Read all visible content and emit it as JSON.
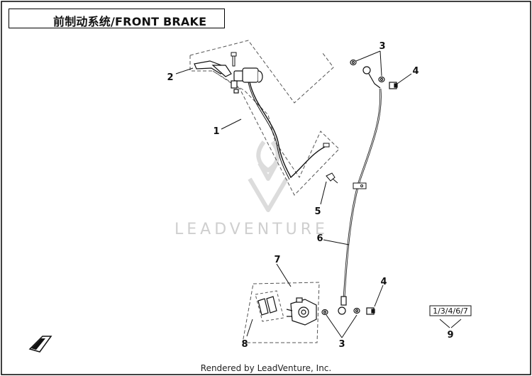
{
  "title": "前制动系统/FRONT BRAKE",
  "footer": "Rendered by LeadVenture, Inc.",
  "watermark": "LEADVENTURE",
  "callouts": {
    "c1": "1",
    "c2": "2",
    "c3_top": "3",
    "c4_top": "4",
    "c5": "5",
    "c6": "6",
    "c7": "7",
    "c4_bottom": "4",
    "c8": "8",
    "c3_bottom": "3",
    "c9": "9"
  },
  "kit_label": "1/3/4/6/7",
  "icons": [
    "front-direction-icon",
    "leadventure-logo-watermark"
  ]
}
